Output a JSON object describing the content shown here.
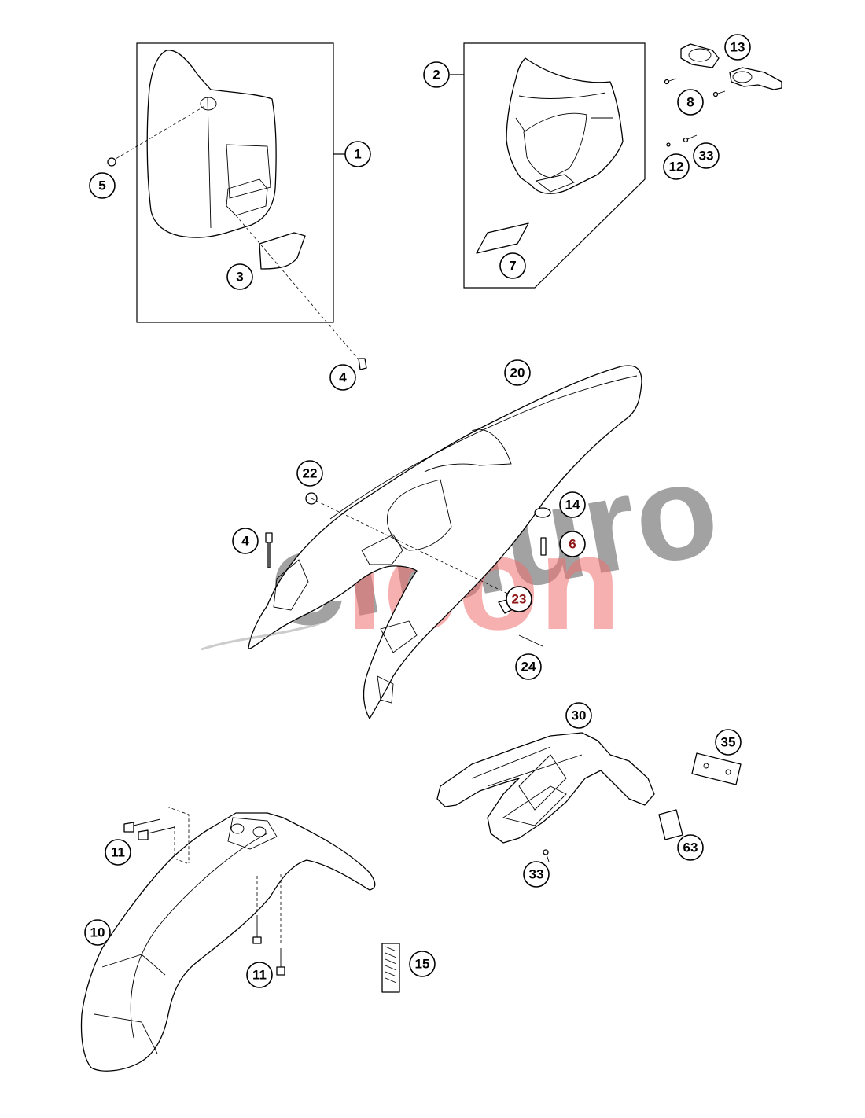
{
  "watermark": {
    "top_word": "enduro",
    "bottom_word": "leon",
    "top_color": "#7a7a7a",
    "bottom_color": "#f07070"
  },
  "callouts": {
    "c1": "1",
    "c2": "2",
    "c3": "3",
    "c4a": "4",
    "c4b": "4",
    "c5": "5",
    "c6": "6",
    "c7": "7",
    "c8": "8",
    "c10": "10",
    "c11a": "11",
    "c11b": "11",
    "c12": "12",
    "c13": "13",
    "c14": "14",
    "c15": "15",
    "c20": "20",
    "c22": "22",
    "c23": "23",
    "c24": "24",
    "c30": "30",
    "c33a": "33",
    "c33b": "33",
    "c35": "35",
    "c63": "63"
  },
  "highlight_color": "#8b1414"
}
